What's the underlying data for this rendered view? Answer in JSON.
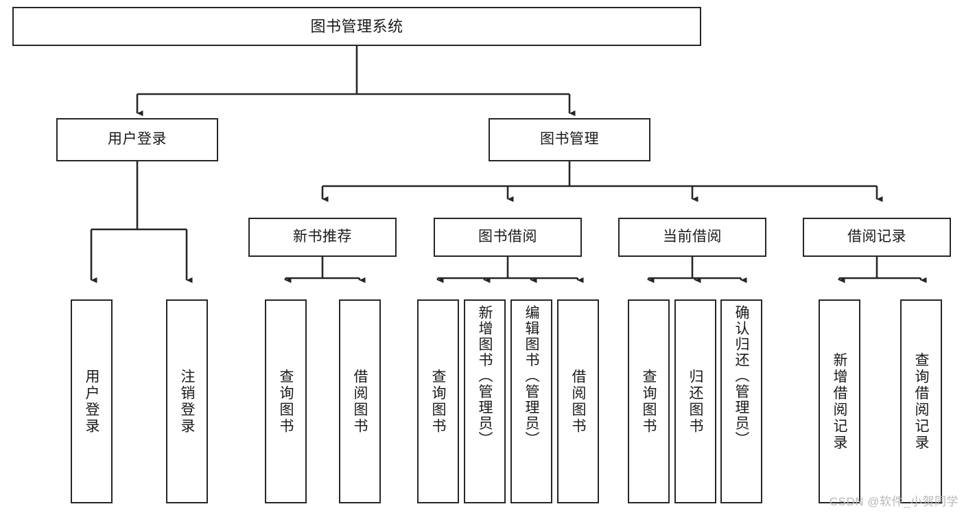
{
  "diagram": {
    "type": "tree-hierarchy",
    "title": "图书管理系统",
    "orientation": "top-down",
    "colors": {
      "background": "#ffffff",
      "box_border": "#262626",
      "box_fill": "#ffffff",
      "text": "#1a1a1a",
      "edge": "#262626",
      "watermark": "#b8b8b8"
    },
    "root": {
      "label": "图书管理系统"
    },
    "level1": [
      {
        "id": "user-login",
        "label": "用户登录"
      },
      {
        "id": "book-manage",
        "label": "图书管理"
      }
    ],
    "level2": [
      {
        "id": "new-book-rec",
        "label": "新书推荐",
        "parent": "book-manage"
      },
      {
        "id": "book-borrow",
        "label": "图书借阅",
        "parent": "book-manage"
      },
      {
        "id": "current-borrow",
        "label": "当前借阅",
        "parent": "book-manage"
      },
      {
        "id": "borrow-record",
        "label": "借阅记录",
        "parent": "book-manage"
      }
    ],
    "leaves": {
      "user-login": [
        {
          "id": "leaf-user-login",
          "label": "用户登录"
        },
        {
          "id": "leaf-logout",
          "label": "注销登录"
        }
      ],
      "new-book-rec": [
        {
          "id": "leaf-query-book-1",
          "label": "查询图书"
        },
        {
          "id": "leaf-borrow-book-1",
          "label": "借阅图书"
        }
      ],
      "book-borrow": [
        {
          "id": "leaf-query-book-2",
          "label": "查询图书"
        },
        {
          "id": "leaf-add-book",
          "label": "新增图书（管理员）"
        },
        {
          "id": "leaf-edit-book",
          "label": "编辑图书（管理员）"
        },
        {
          "id": "leaf-borrow-book-2",
          "label": "借阅图书"
        }
      ],
      "current-borrow": [
        {
          "id": "leaf-query-book-3",
          "label": "查询图书"
        },
        {
          "id": "leaf-return-book",
          "label": "归还图书"
        },
        {
          "id": "leaf-confirm-return",
          "label": "确认归还（管理员）"
        }
      ],
      "borrow-record": [
        {
          "id": "leaf-add-record",
          "label": "新增借阅记录"
        },
        {
          "id": "leaf-query-record",
          "label": "查询借阅记录"
        }
      ]
    }
  },
  "watermark": {
    "text": "CSDN @软件_小贺同学"
  }
}
